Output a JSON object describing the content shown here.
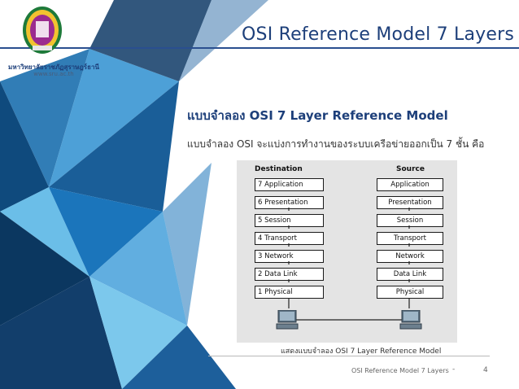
{
  "header": {
    "title": "OSI Reference Model 7 Layers",
    "university_name": "มหาวิทยาลัยราชภัฏสุราษฎร์ธานี",
    "university_url": "www.sru.ac.th"
  },
  "content": {
    "heading": "แบบจำลอง OSI 7 Layer Reference Model",
    "subtext": "แบบจำลอง OSI จะแบ่งการทำงานของระบบเครือข่ายออกเป็น 7 ชั้น คือ"
  },
  "diagram": {
    "destination_title": "Destination",
    "source_title": "Source",
    "destination_layers": [
      "7  Application",
      "6 Presentation",
      "5    Session",
      "4  Transport",
      "3    Network",
      "2  Data Link",
      "1    Physical"
    ],
    "source_layers": [
      "Application",
      "Presentation",
      "Session",
      "Transport",
      "Network",
      "Data Link",
      "Physical"
    ],
    "caption": "แสดงแบบจำลอง OSI 7 Layer Reference Model"
  },
  "footer": {
    "text": "OSI Reference Model 7 Layers",
    "separator": "-",
    "page_number": "4"
  },
  "colors": {
    "primary": "#1d3f7a",
    "accent_blue": "#1b75bb",
    "light_blue": "#5bb7e6"
  }
}
